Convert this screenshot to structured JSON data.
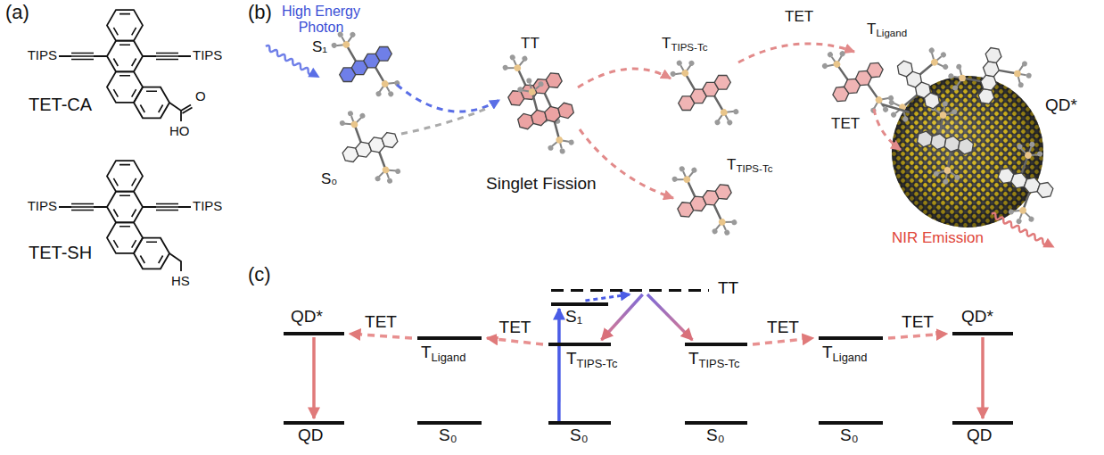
{
  "diagram": {
    "nodes": [
      {
        "text": [
          "TT"
        ]
      },
      {
        "text": [
          "S₁"
        ]
      },
      {
        "text": [
          "QD*"
        ]
      },
      {
        "text": [
          "T",
          "Ligand"
        ]
      },
      {
        "text": [
          "T",
          "TIPS-Tc"
        ]
      },
      {
        "text": [
          "T",
          "TIPS-Tc"
        ]
      },
      {
        "text": [
          "T",
          "Ligand"
        ]
      },
      {
        "text": [
          "QD*"
        ]
      },
      {
        "text": [
          "QD"
        ]
      },
      {
        "text": [
          "S₀"
        ]
      },
      {
        "text": [
          "S₀"
        ]
      },
      {
        "text": [
          "S₀"
        ]
      },
      {
        "text": [
          "S₀"
        ]
      },
      {
        "text": [
          "QD"
        ]
      }
    ],
    "edges": [
      {
        "from": 10,
        "to": 1,
        "arrow": "to"
      },
      {
        "from": 1,
        "to": 0,
        "arrow": "to"
      },
      {
        "from": 0,
        "to": 4,
        "arrow": "to"
      },
      {
        "from": 0,
        "to": 5,
        "arrow": "to"
      },
      {
        "from": 4,
        "to": 3,
        "label": "TET",
        "arrow": "to"
      },
      {
        "from": 3,
        "to": 2,
        "label": "TET",
        "arrow": "to"
      },
      {
        "from": 5,
        "to": 6,
        "label": "TET",
        "arrow": "to"
      },
      {
        "from": 6,
        "to": 7,
        "label": "TET",
        "arrow": "to"
      },
      {
        "from": 2,
        "to": 8,
        "arrow": "to"
      },
      {
        "from": 7,
        "to": 13,
        "arrow": "to"
      }
    ],
    "labels": [
      "(a)",
      "TIPS",
      "TIPS",
      "TET-CA",
      "O",
      "HO",
      "TIPS",
      "TIPS",
      "TET-SH",
      "HS",
      "(b)",
      "High Energy Photon",
      "S₁",
      "S₀",
      "TT",
      "Singlet Fission",
      "T",
      "TIPS-Tc",
      "T",
      "TIPS-Tc",
      "TET",
      "T",
      "Ligand",
      "TET",
      "QD*",
      "NIR Emission",
      "(c)"
    ]
  }
}
